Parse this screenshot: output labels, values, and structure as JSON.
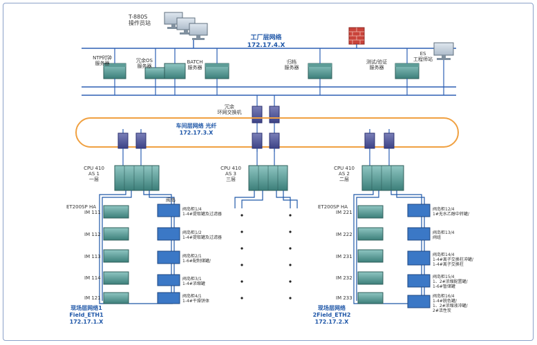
{
  "top": {
    "operator_station": [
      "T-880S",
      "操作员站"
    ],
    "factory_net": [
      "工厂层网络",
      "172.17.4.X"
    ],
    "servers": [
      {
        "lines": [
          "NTP时钟",
          "服务器"
        ]
      },
      {
        "lines": [
          "冗余OS",
          "服务器"
        ]
      },
      {
        "lines": [
          "BATCH",
          "服务器"
        ]
      },
      {
        "lines": [
          "归档",
          "服务器"
        ]
      },
      {
        "lines": [
          "测试/验证",
          "服务器"
        ]
      },
      {
        "lines": [
          "ES",
          "工程师站"
        ]
      }
    ]
  },
  "switch_label": [
    "冗余",
    "环网交换机"
  ],
  "ring": {
    "lines": [
      "车间层网络 光纤",
      "172.17.3.X"
    ]
  },
  "cpus": [
    {
      "lines": [
        "CPU 410",
        "AS 1",
        "一层"
      ]
    },
    {
      "lines": [
        "CPU 410",
        "AS 3",
        "三层"
      ]
    },
    {
      "lines": [
        "CPU 410",
        "AS 2",
        "二层"
      ]
    }
  ],
  "left": {
    "et200": [
      "ET200SP HA",
      "IM 111"
    ],
    "im": [
      "IM 112",
      "IM 113",
      "IM 114",
      "IM 121"
    ],
    "island_title": "阀岛",
    "islands": [
      {
        "name": "阀岛柜1/4",
        "desc": [
          "1-4#提取罐及过滤器"
        ]
      },
      {
        "name": "阀岛柜1/2",
        "desc": [
          "1-4#提取罐及过滤器"
        ]
      },
      {
        "name": "阀岛柜2/1",
        "desc": [
          "1-6#配制储罐/"
        ]
      },
      {
        "name": "阀岛柜3/1",
        "desc": [
          "1-4#浓缩罐"
        ]
      },
      {
        "name": "阀岛柜4/1",
        "desc": [
          "1-4#干燥饼体"
        ]
      }
    ],
    "field_net": [
      "现场层网络1",
      "Field_ETH1",
      "172.17.1.X"
    ]
  },
  "right": {
    "et200": [
      "ET200SP HA",
      "IM 221"
    ],
    "im": [
      "IM 222",
      "IM 231",
      "IM 232",
      "IM 233"
    ],
    "islands": [
      {
        "name": "阀岛柜12/4",
        "desc": [
          "1#无水乙醇中转罐/"
        ]
      },
      {
        "name": "阀岛柜13/4",
        "desc": [
          "阀组"
        ]
      },
      {
        "name": "阀岛柜14/4",
        "desc": [
          "1-4#离子交换柱冲罐/",
          "1-4#离子交换柱"
        ]
      },
      {
        "name": "阀岛柜15/4",
        "desc": [
          "1、2#浓缩配置罐/",
          "1-6#暂储罐"
        ]
      },
      {
        "name": "阀岛柜16/4",
        "desc": [
          "1-4#脱色罐/",
          "1、2#浓缩液冲罐/",
          "2#活性炭"
        ]
      }
    ],
    "field_net": [
      "现场层网络",
      "2Field_ETH2",
      "172.17.2.X"
    ]
  },
  "colors": {
    "network": "#2b5fb4",
    "ring": "#f0a040",
    "field": "#1f57a8",
    "server": "#4a8a86"
  }
}
